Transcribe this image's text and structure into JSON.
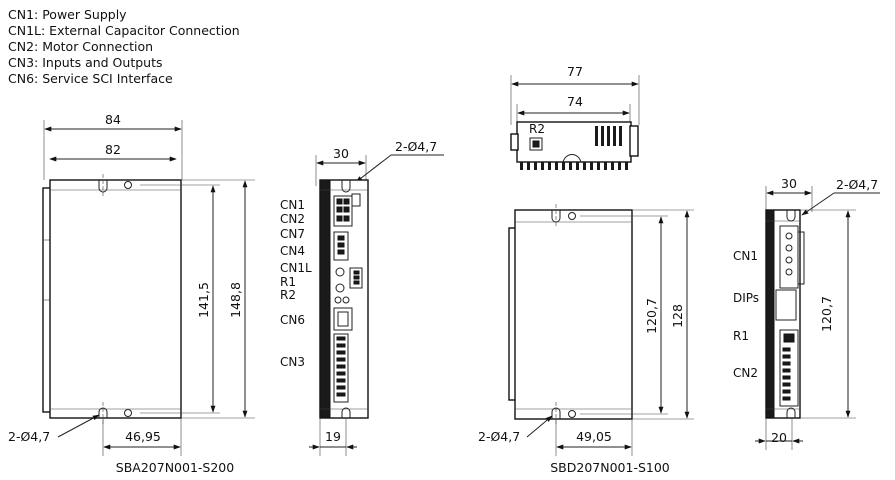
{
  "legend": [
    "CN1: Power Supply",
    "CN1L: External Capacitor Connection",
    "CN2: Motor Connection",
    "CN3: Inputs and Outputs",
    "CN6: Service SCI Interface"
  ],
  "sba": {
    "model": "SBA207N001-S200",
    "width_outer": "84",
    "width_inner": "82",
    "height_holes": "141,5",
    "height_total": "148,8",
    "hole_offset": "46,95",
    "holes": "2-Ø4,7"
  },
  "sba_side": {
    "width": "30",
    "depth": "19",
    "holes": "2-Ø4,7",
    "labels": [
      "CN1",
      "CN2",
      "CN7",
      "CN4",
      "CN1L",
      "R1",
      "R2",
      "CN6",
      "CN3"
    ]
  },
  "sbd": {
    "model": "SBD207N001-S100",
    "width_outer": "77",
    "width_inner": "74",
    "r2_label": "R2",
    "height_holes": "120,7",
    "height_total": "128",
    "hole_offset": "49,05",
    "holes": "2-Ø4,7"
  },
  "sbd_side": {
    "width": "30",
    "depth": "20",
    "height": "120,7",
    "holes": "2-Ø4,7",
    "labels": [
      "CN1",
      "DIPs",
      "R1",
      "CN2"
    ]
  }
}
